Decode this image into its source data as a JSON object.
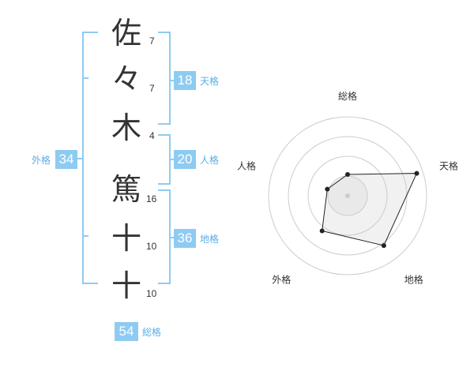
{
  "name": {
    "characters": [
      {
        "char": "佐",
        "strokes": "7"
      },
      {
        "char": "々",
        "strokes": "7"
      },
      {
        "char": "木",
        "strokes": "4"
      },
      {
        "char": "篤",
        "strokes": "16"
      },
      {
        "char": "十",
        "strokes": "10"
      },
      {
        "char": "十",
        "strokes": "10"
      }
    ]
  },
  "kaku": {
    "tenkaku": {
      "value": "18",
      "label": "天格"
    },
    "jinkaku": {
      "value": "20",
      "label": "人格"
    },
    "chikaku": {
      "value": "36",
      "label": "地格"
    },
    "gaikaku": {
      "value": "34",
      "label": "外格"
    },
    "soukaku": {
      "value": "54",
      "label": "総格"
    }
  },
  "colors": {
    "accent": "#8ecbf2",
    "accent_text": "#5aaee6",
    "text": "#333333"
  },
  "chart_data": {
    "type": "radar",
    "axes": [
      "総格",
      "天格",
      "地格",
      "外格",
      "人格"
    ],
    "values": [
      0.27,
      0.92,
      0.78,
      0.55,
      0.27
    ],
    "rings": 4,
    "range": [
      0,
      1
    ]
  }
}
